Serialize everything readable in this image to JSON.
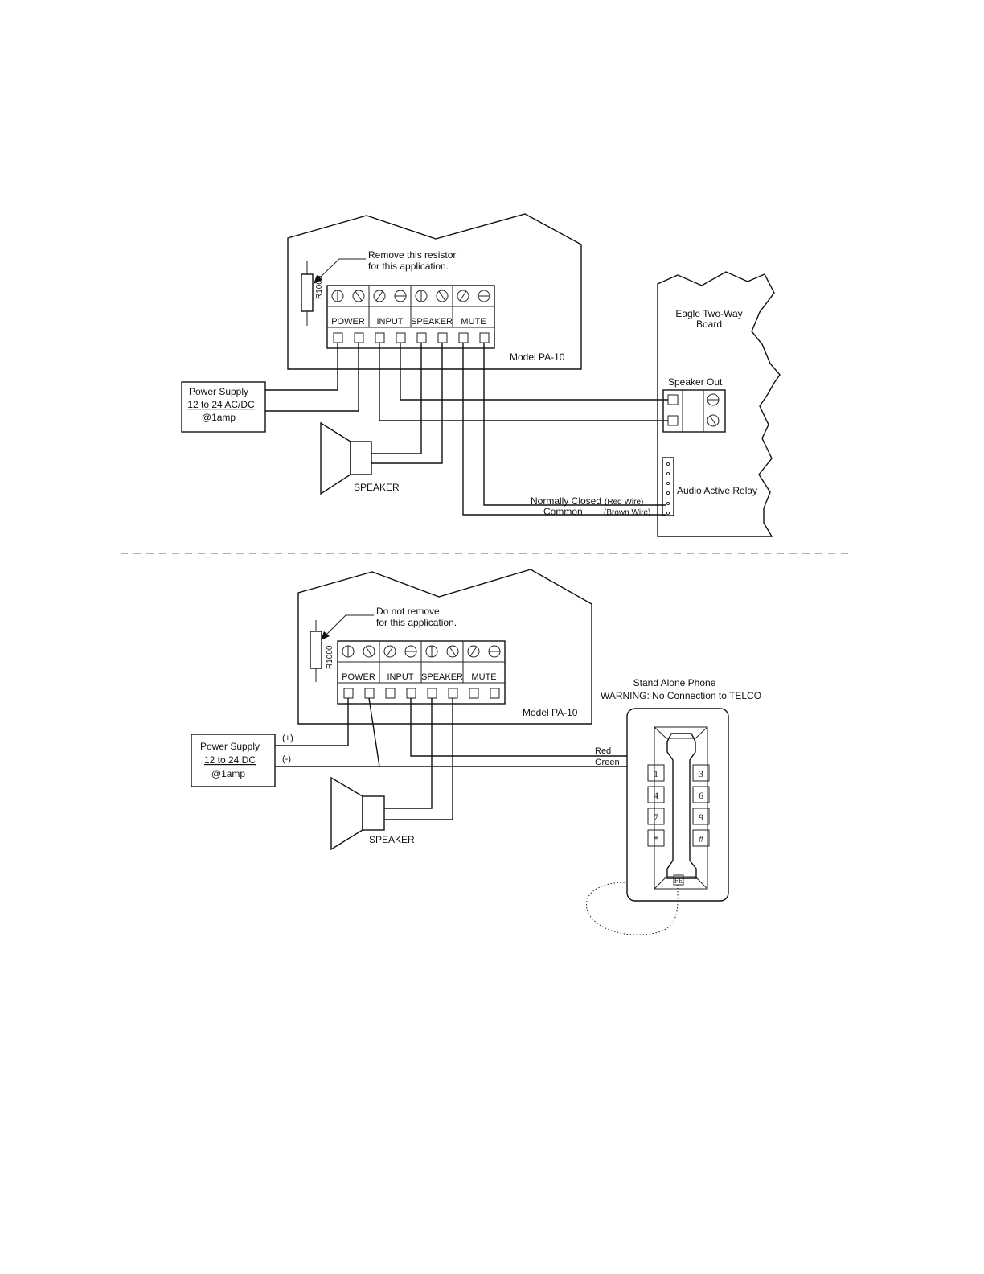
{
  "top": {
    "resistor_note_1": "Remove this resistor",
    "resistor_note_2": "for this application.",
    "resistor_label": "R1000",
    "terminals": [
      "POWER",
      "INPUT",
      "SPEAKER",
      "MUTE"
    ],
    "model": "Model PA-10",
    "power_supply": [
      "Power Supply",
      "12 to 24 AC/DC",
      "@1amp"
    ],
    "speaker": "SPEAKER",
    "eagle_board": [
      "Eagle Two-Way",
      "Board"
    ],
    "speaker_out": "Speaker Out",
    "audio_relay": "Audio Active Relay",
    "normally_closed": "Normally Closed",
    "common": "Common",
    "red_wire": "(Red Wire)",
    "brown_wire": "(Brown Wire)"
  },
  "bottom": {
    "resistor_note_1": "Do not remove",
    "resistor_note_2": "for this application.",
    "resistor_label": "R1000",
    "terminals": [
      "POWER",
      "INPUT",
      "SPEAKER",
      "MUTE"
    ],
    "model": "Model PA-10",
    "power_supply": [
      "Power Supply",
      "12 to 24 DC",
      "@1amp"
    ],
    "plus": "(+)",
    "minus": "(-)",
    "speaker": "SPEAKER",
    "phone_title": "Stand Alone Phone",
    "phone_warning": "WARNING: No Connection to TELCO",
    "red": "Red",
    "green": "Green",
    "keys": [
      "1",
      "3",
      "4",
      "6",
      "7",
      "9",
      "*",
      "#"
    ]
  }
}
